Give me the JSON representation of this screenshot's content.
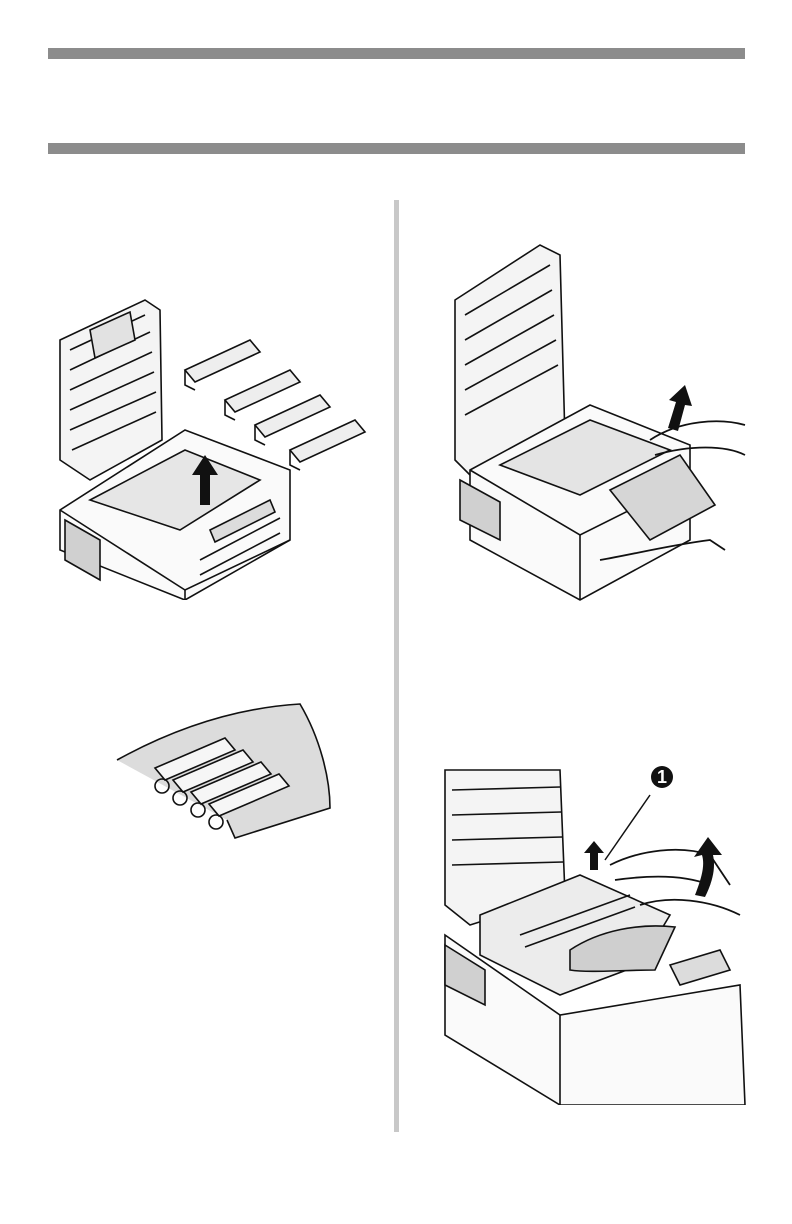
{
  "document": {
    "header_rules": 2,
    "figures": [
      {
        "name": "remove-image-drums",
        "arrow": "up"
      },
      {
        "name": "cover-drums",
        "arrow": "none"
      },
      {
        "name": "pull-paper-front",
        "arrow": "up"
      },
      {
        "name": "remove-paper-belt",
        "callout": "1"
      }
    ]
  },
  "colors": {
    "rule": "#8c8c8c",
    "divider": "#c8c8c8",
    "line": "#111111",
    "shade": "#cfcfcf"
  }
}
